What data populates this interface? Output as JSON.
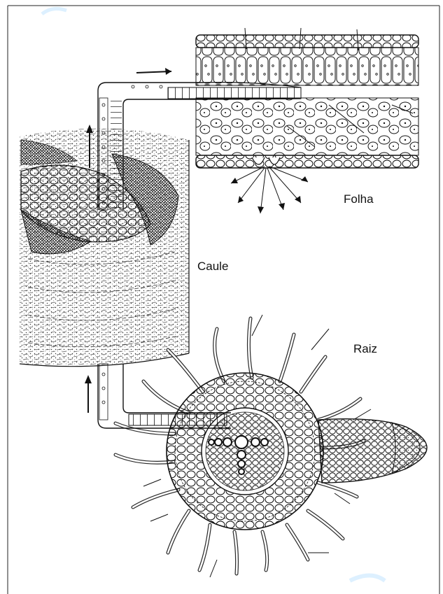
{
  "labels": {
    "leaf": "Folha",
    "stem": "Caule",
    "root": "Raiz"
  },
  "colors": {
    "ink": "#111111",
    "watermark": "#9fd3ff",
    "frame": "#222222"
  }
}
